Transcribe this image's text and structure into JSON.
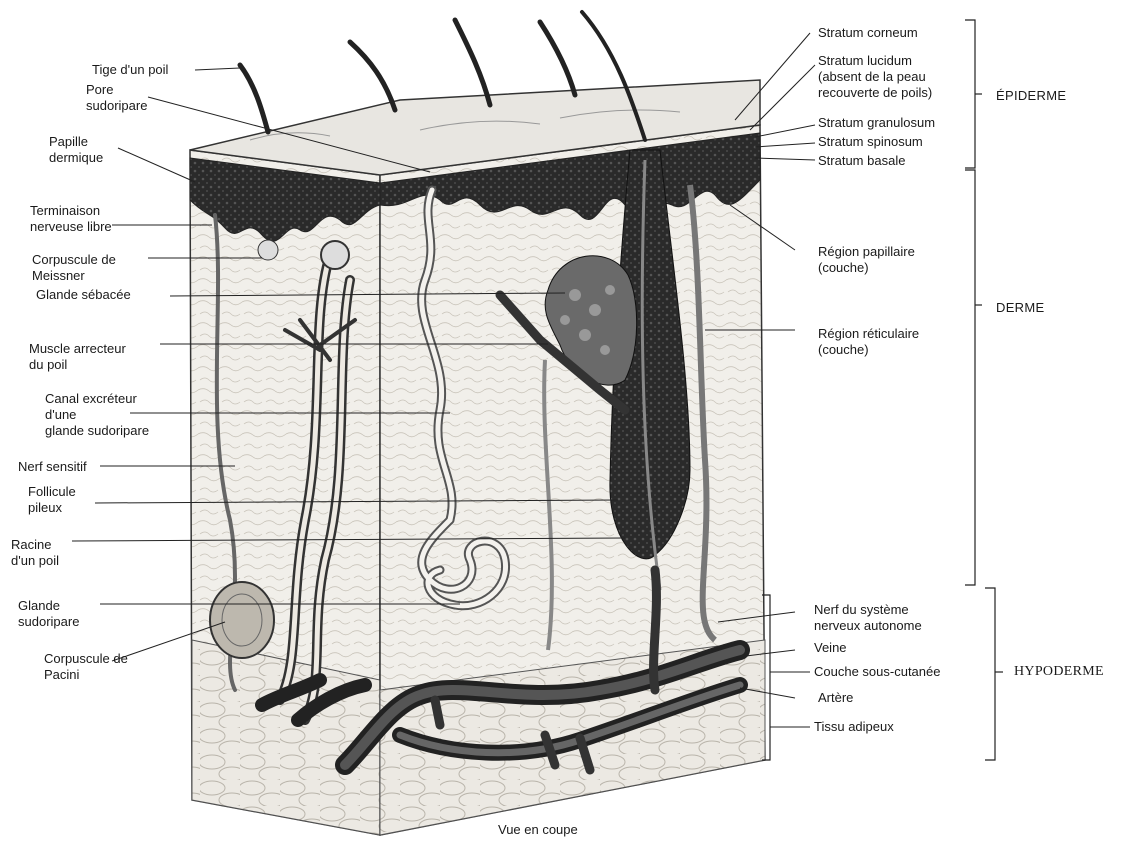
{
  "labels_left": {
    "tige": "Tige d'un poil",
    "pore": "Pore\nsudoripare",
    "papille": "Papille\ndermique",
    "terminaison": "Terminaison\nnerveuse libre",
    "meissner": "Corpuscule de\nMeissner",
    "sebacee": "Glande sébacée",
    "muscle": "Muscle arrecteur\ndu poil",
    "canal": "Canal excréteur\nd'une\nglande sudoripare",
    "nerf_sensitif": "Nerf sensitif",
    "follicule": "Follicule\npileux",
    "racine": "Racine\nd'un poil",
    "glande_sud": "Glande\nsudoripare",
    "pacini": "Corpuscule de\nPacini"
  },
  "labels_right": {
    "corneum": "Stratum corneum",
    "lucidum": "Stratum lucidum\n(absent de la peau\nrecouverte de poils)",
    "granulosum": "Stratum granulosum",
    "spinosum": "Stratum spinosum",
    "basale": "Stratum basale",
    "papillaire": "Région papillaire\n(couche)",
    "reticulaire": "Région réticulaire\n(couche)",
    "nerf_sna": "Nerf du système\nnerveux autonome",
    "veine": "Veine",
    "sous_cutanee": "Couche sous-cutanée",
    "artere": "Artère",
    "adipeux": "Tissu adipeux"
  },
  "layers": {
    "epiderme": "ÉPIDERME",
    "derme": "DERME",
    "hypoderme": "HYPODERME"
  },
  "caption": "Vue en coupe"
}
